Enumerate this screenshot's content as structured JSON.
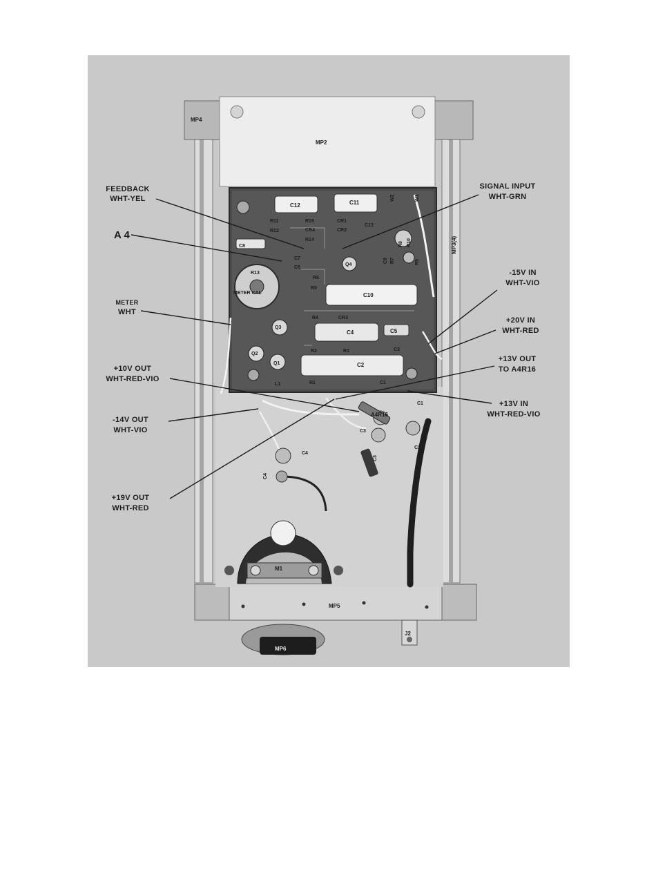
{
  "callouts": {
    "feedback": [
      "FEEDBACK",
      "WHT-YEL"
    ],
    "a4": "A 4",
    "meter": [
      "METER",
      "WHT"
    ],
    "out_p10": [
      "+10V OUT",
      "WHT-RED-VIO"
    ],
    "out_n14": [
      "-14V OUT",
      "WHT-VIO"
    ],
    "out_p19": [
      "+19V OUT",
      "WHT-RED"
    ],
    "signal_input": [
      "SIGNAL INPUT",
      "WHT-GRN"
    ],
    "in_n15": [
      "-15V IN",
      "WHT-VIO"
    ],
    "in_p20": [
      "+20V IN",
      "WHT-RED"
    ],
    "out_p13": [
      "+13V OUT",
      "TO A4R16"
    ],
    "in_p13": [
      "+13V IN",
      "WHT-RED-VIO"
    ]
  },
  "parts": {
    "mp4": "MP4",
    "mp2": "MP2",
    "mp3": "MP3(4)",
    "mp5": "MP5",
    "mp6": "MP6",
    "j2": "J2",
    "m1": "M1",
    "c12": "C12",
    "c11": "C11",
    "c13": "C13",
    "c10": "C10",
    "c9": "C9",
    "c8": "C8",
    "c7": "C7",
    "c6": "C6",
    "c5": "C5",
    "c4": "C4",
    "c3": "C3",
    "c2": "C2",
    "c1": "C1",
    "cr1": "CR1",
    "cr2": "CR2",
    "cr3": "CR3",
    "cr4": "CR4",
    "r1": "R1",
    "r2": "R2",
    "r3": "R3",
    "r4": "R4",
    "r5": "R5",
    "r6": "R6",
    "r7": "R7",
    "r8": "R8",
    "r9": "R9",
    "r10": "R10",
    "r11": "R11",
    "r12": "R12",
    "r13": "R13",
    "r14": "R14",
    "r15": "R15",
    "q1": "Q1",
    "q2": "Q2",
    "q3": "Q3",
    "q4": "Q4",
    "w1": "W1",
    "w2": "W2",
    "a4r16": "A4R16",
    "meter_cal": "METER CAL",
    "c4_ext": "C4",
    "c3_ext": "C3",
    "c1_ext": "C1",
    "c2_ext": "C2",
    "c4_ext2": "C4",
    "c3_ext2": "C3"
  }
}
